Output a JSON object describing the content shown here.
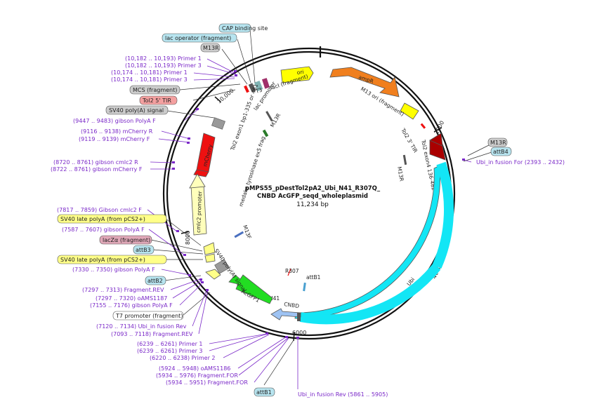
{
  "map": {
    "title_line1": "pMPS55_pDestTol2pA2_Ubi_N41_R307Q_",
    "title_line2": "CNBD AcGFP_seqd_wholeplasmid",
    "length": "11,234 bp"
  },
  "ticks": [
    "2000",
    "4000",
    "6000",
    "8000",
    "10,000"
  ],
  "boxes": {
    "cap": "CAP binding site",
    "lacop": "lac operator (fragment)",
    "m13r_top": "M13R",
    "mcs": "MCS (fragment)",
    "tol2tir": "Tol2 5' TIR",
    "sv40top": "SV40 poly(A) signal",
    "m13r_right": "M13R",
    "attb4": "attB4",
    "sv40late1": "SV40 late polyA (from pCS2+)",
    "laczalpha": "lacZα (fragment)",
    "attb3": "attB3",
    "sv40late2": "SV40 late polyA (from pCS2+)",
    "attb2": "attB2",
    "t7": "T7 promoter (fragment)",
    "attb1_bottom": "attB1"
  },
  "primers": {
    "p1": "(10,182 .. 10,193)  Primer 1",
    "p2": "(10,182 .. 10,193)  Primer 3",
    "p3": "(10,174 .. 10,181)  Primer 1",
    "p4": "(10,174 .. 10,181)  Primer 3",
    "p5": "(9447 .. 9483)  gibson PolyA F",
    "p6": "(9116 .. 9138)  mCherry R",
    "p7": "(9119 .. 9139)  mCherry F",
    "p8": "(8720 .. 8761)  gibson cmlc2 R",
    "p9": "(8722 .. 8761)  gibson mCherry F",
    "p10": "(7817 .. 7859)  Gibson cmlc2 F",
    "p11": "(7587 .. 7607)  gibson PolyA F",
    "p12": "(7330 .. 7350)  gibson PolyA F",
    "p13": "(7297 .. 7313)  Fragment.REV",
    "p14": "(7297 .. 7320)  oAMS1187",
    "p15": "(7155 .. 7176)  gibson PolyA F",
    "p16": "(7120 .. 7134)  Ubi_in fusion Rev",
    "p17": "(7093 .. 7118)  Fragment.REV",
    "p18": "(6239 .. 6261)  Primer 1",
    "p19": "(6239 .. 6261)  Primer 3",
    "p20": "(6220 .. 6238)  Primer 2",
    "p21": "(5924 .. 5948)  oAMS1186",
    "p22": "(5934 .. 5976)  Fragment.FOR",
    "p23": "(5934 .. 5951)  Fragment.FOR",
    "p24": "Ubi_in fusion Rev  (5861 .. 5905)",
    "p25": "Ubi_in fusion For  (2393 .. 2432)"
  },
  "features": {
    "ori": "ori",
    "ampr": "ampR",
    "m13ori": "M13 ori (fragment)",
    "laci": "lacI (fragment)",
    "t3": "T3",
    "lacprom": "lac promoter",
    "tol2exon1": "Tol2 exon1 bp1-335 or 461",
    "mcherry": "mCherry",
    "ex5frag": "medaka tyrosinase ex5 frag",
    "m13r_inner1": "M13R",
    "tol2_3tir": "Tol2 3' TIR",
    "tol2exon4": "Tol2 exon4 136-482",
    "m13r_inner2": "M13R",
    "cmlc2": "cmlc2 promoter",
    "m13f": "M13F",
    "sv40inner": "SV40 poly(A) signal",
    "acgfp": "AcGFP1",
    "n41": "N41",
    "cnbd": "CNBD",
    "r307": "R307",
    "attb1_inner": "attB1",
    "ubi": "Ubi"
  },
  "colors": {
    "backbone": "#111111",
    "primer": "#7a28c8",
    "ampr": "#f07f1e",
    "yellow": "#ffff00",
    "mcherry": "#ee1111",
    "darkred": "#aa0000",
    "ubi": "#13e6f5",
    "acgfp": "#22dd22",
    "cnbd": "#9ec3f3",
    "cmlc2": "#ffffbb",
    "grey": "#999999"
  }
}
